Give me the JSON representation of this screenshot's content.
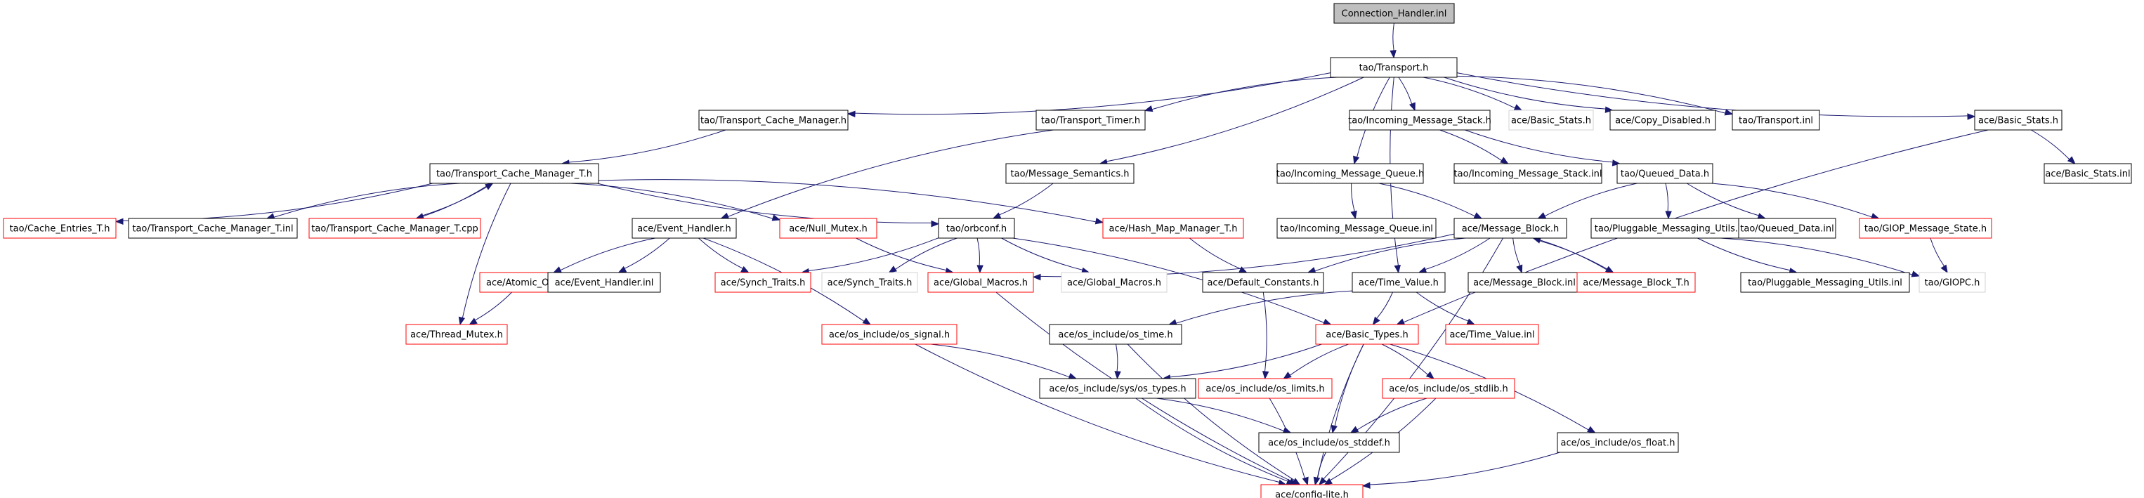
{
  "colors": {
    "edge": "#191970",
    "border_default": "#000000",
    "border_highlight": "#ff0000",
    "border_light": "#d3d3d3",
    "fill_root": "#bfbfbf",
    "fill_default": "#ffffff"
  },
  "nodes": [
    {
      "id": "root",
      "label": "Connection_Handler.inl",
      "style": "root"
    },
    {
      "id": "transport_h",
      "label": "tao/Transport.h",
      "style": "default"
    },
    {
      "id": "tcm_h",
      "label": "tao/Transport_Cache_Manager.h",
      "style": "default"
    },
    {
      "id": "ttimer_h",
      "label": "tao/Transport_Timer.h",
      "style": "default"
    },
    {
      "id": "ims_h",
      "label": "tao/Incoming_Message_Stack.h",
      "style": "default"
    },
    {
      "id": "basic_stats_light",
      "label": "ace/Basic_Stats.h",
      "style": "light"
    },
    {
      "id": "copy_disabled_h",
      "label": "ace/Copy_Disabled.h",
      "style": "default"
    },
    {
      "id": "transport_inl",
      "label": "tao/Transport.inl",
      "style": "default"
    },
    {
      "id": "basic_stats_h",
      "label": "ace/Basic_Stats.h",
      "style": "default"
    },
    {
      "id": "tcmt_h",
      "label": "tao/Transport_Cache_Manager_T.h",
      "style": "default"
    },
    {
      "id": "msg_sem_h",
      "label": "tao/Message_Semantics.h",
      "style": "default"
    },
    {
      "id": "imq_h",
      "label": "tao/Incoming_Message_Queue.h",
      "style": "default"
    },
    {
      "id": "ims_inl",
      "label": "tao/Incoming_Message_Stack.inl",
      "style": "default"
    },
    {
      "id": "queued_data_h",
      "label": "tao/Queued_Data.h",
      "style": "default"
    },
    {
      "id": "basic_stats_inl",
      "label": "ace/Basic_Stats.inl",
      "style": "default"
    },
    {
      "id": "cache_entries",
      "label": "tao/Cache_Entries_T.h",
      "style": "highlight"
    },
    {
      "id": "tcmt_inl",
      "label": "tao/Transport_Cache_Manager_T.inl",
      "style": "default"
    },
    {
      "id": "tcmt_cpp",
      "label": "tao/Transport_Cache_Manager_T.cpp",
      "style": "highlight"
    },
    {
      "id": "event_handler_h",
      "label": "ace/Event_Handler.h",
      "style": "default"
    },
    {
      "id": "null_mutex_h",
      "label": "ace/Null_Mutex.h",
      "style": "highlight"
    },
    {
      "id": "orbconf_h",
      "label": "tao/orbconf.h",
      "style": "default"
    },
    {
      "id": "hash_map_mgr",
      "label": "ace/Hash_Map_Manager_T.h",
      "style": "highlight"
    },
    {
      "id": "imq_inl",
      "label": "tao/Incoming_Message_Queue.inl",
      "style": "default"
    },
    {
      "id": "message_block_h",
      "label": "ace/Message_Block.h",
      "style": "default"
    },
    {
      "id": "pmu_h",
      "label": "tao/Pluggable_Messaging_Utils.h",
      "style": "default"
    },
    {
      "id": "queued_data_inl",
      "label": "tao/Queued_Data.inl",
      "style": "default"
    },
    {
      "id": "giop_msg_state",
      "label": "tao/GIOP_Message_State.h",
      "style": "highlight"
    },
    {
      "id": "atomic_op_h",
      "label": "ace/Atomic_Op.h",
      "style": "highlight"
    },
    {
      "id": "event_handler_inl",
      "label": "ace/Event_Handler.inl",
      "style": "default"
    },
    {
      "id": "synch_traits_red",
      "label": "ace/Synch_Traits.h",
      "style": "highlight"
    },
    {
      "id": "synch_traits_light",
      "label": "ace/Synch_Traits.h",
      "style": "light"
    },
    {
      "id": "global_macros_red",
      "label": "ace/Global_Macros.h",
      "style": "highlight"
    },
    {
      "id": "global_macros_light",
      "label": "ace/Global_Macros.h",
      "style": "light"
    },
    {
      "id": "default_constants",
      "label": "ace/Default_Constants.h",
      "style": "default"
    },
    {
      "id": "time_value_h",
      "label": "ace/Time_Value.h",
      "style": "default"
    },
    {
      "id": "message_block_inl",
      "label": "ace/Message_Block.inl",
      "style": "default"
    },
    {
      "id": "message_block_t",
      "label": "ace/Message_Block_T.h",
      "style": "highlight"
    },
    {
      "id": "pmu_inl",
      "label": "tao/Pluggable_Messaging_Utils.inl",
      "style": "default"
    },
    {
      "id": "giopc_h",
      "label": "tao/GIOPC.h",
      "style": "light"
    },
    {
      "id": "thread_mutex_h",
      "label": "ace/Thread_Mutex.h",
      "style": "highlight"
    },
    {
      "id": "os_signal_h",
      "label": "ace/os_include/os_signal.h",
      "style": "highlight"
    },
    {
      "id": "os_time_h",
      "label": "ace/os_include/os_time.h",
      "style": "default"
    },
    {
      "id": "basic_types_h",
      "label": "ace/Basic_Types.h",
      "style": "highlight"
    },
    {
      "id": "time_value_inl",
      "label": "ace/Time_Value.inl",
      "style": "highlight"
    },
    {
      "id": "sys_types_h",
      "label": "ace/os_include/sys/os_types.h",
      "style": "default"
    },
    {
      "id": "os_limits_h",
      "label": "ace/os_include/os_limits.h",
      "style": "highlight"
    },
    {
      "id": "os_stdlib_h",
      "label": "ace/os_include/os_stdlib.h",
      "style": "highlight"
    },
    {
      "id": "os_stddef_h",
      "label": "ace/os_include/os_stddef.h",
      "style": "default"
    },
    {
      "id": "os_float_h",
      "label": "ace/os_include/os_float.h",
      "style": "default"
    },
    {
      "id": "config_lite_h",
      "label": "ace/config-lite.h",
      "style": "highlight"
    }
  ],
  "edges": [
    [
      "root",
      "transport_h"
    ],
    [
      "transport_h",
      "tcm_h"
    ],
    [
      "transport_h",
      "ttimer_h"
    ],
    [
      "transport_h",
      "msg_sem_h"
    ],
    [
      "transport_h",
      "time_value_h"
    ],
    [
      "transport_h",
      "ims_h"
    ],
    [
      "transport_h",
      "imq_h"
    ],
    [
      "transport_h",
      "basic_stats_light"
    ],
    [
      "transport_h",
      "copy_disabled_h"
    ],
    [
      "transport_h",
      "transport_inl"
    ],
    [
      "transport_h",
      "basic_stats_h"
    ],
    [
      "tcm_h",
      "tcmt_h"
    ],
    [
      "ttimer_h",
      "event_handler_h"
    ],
    [
      "ims_h",
      "ims_inl"
    ],
    [
      "ims_h",
      "queued_data_h"
    ],
    [
      "basic_stats_h",
      "basic_stats_inl"
    ],
    [
      "basic_stats_h",
      "basic_types_h"
    ],
    [
      "tcmt_h",
      "cache_entries"
    ],
    [
      "tcmt_h",
      "tcmt_inl"
    ],
    [
      "tcmt_h",
      "tcmt_cpp"
    ],
    [
      "tcmt_cpp",
      "tcmt_h"
    ],
    [
      "tcmt_h",
      "null_mutex_h"
    ],
    [
      "tcmt_h",
      "orbconf_h"
    ],
    [
      "tcmt_h",
      "hash_map_mgr"
    ],
    [
      "tcmt_h",
      "thread_mutex_h"
    ],
    [
      "msg_sem_h",
      "orbconf_h"
    ],
    [
      "imq_h",
      "imq_inl"
    ],
    [
      "imq_h",
      "message_block_h"
    ],
    [
      "queued_data_h",
      "message_block_h"
    ],
    [
      "queued_data_h",
      "pmu_h"
    ],
    [
      "queued_data_h",
      "queued_data_inl"
    ],
    [
      "queued_data_h",
      "giop_msg_state"
    ],
    [
      "event_handler_h",
      "atomic_op_h"
    ],
    [
      "event_handler_h",
      "event_handler_inl"
    ],
    [
      "event_handler_h",
      "synch_traits_red"
    ],
    [
      "event_handler_h",
      "os_signal_h"
    ],
    [
      "null_mutex_h",
      "global_macros_red"
    ],
    [
      "orbconf_h",
      "synch_traits_red"
    ],
    [
      "orbconf_h",
      "synch_traits_light"
    ],
    [
      "orbconf_h",
      "global_macros_red"
    ],
    [
      "orbconf_h",
      "global_macros_light"
    ],
    [
      "orbconf_h",
      "basic_types_h"
    ],
    [
      "hash_map_mgr",
      "default_constants"
    ],
    [
      "message_block_h",
      "global_macros_red"
    ],
    [
      "message_block_h",
      "default_constants"
    ],
    [
      "message_block_h",
      "time_value_h"
    ],
    [
      "message_block_h",
      "message_block_inl"
    ],
    [
      "message_block_h",
      "message_block_t"
    ],
    [
      "message_block_t",
      "message_block_h"
    ],
    [
      "message_block_h",
      "config_lite_h"
    ],
    [
      "pmu_h",
      "pmu_inl"
    ],
    [
      "pmu_h",
      "giopc_h"
    ],
    [
      "giop_msg_state",
      "giopc_h"
    ],
    [
      "atomic_op_h",
      "thread_mutex_h"
    ],
    [
      "global_macros_red",
      "config_lite_h"
    ],
    [
      "default_constants",
      "os_limits_h"
    ],
    [
      "time_value_h",
      "os_time_h"
    ],
    [
      "time_value_h",
      "basic_types_h"
    ],
    [
      "time_value_h",
      "time_value_inl"
    ],
    [
      "os_signal_h",
      "sys_types_h"
    ],
    [
      "os_signal_h",
      "config_lite_h"
    ],
    [
      "os_time_h",
      "sys_types_h"
    ],
    [
      "os_time_h",
      "config_lite_h"
    ],
    [
      "basic_types_h",
      "sys_types_h"
    ],
    [
      "basic_types_h",
      "os_limits_h"
    ],
    [
      "basic_types_h",
      "os_stdlib_h"
    ],
    [
      "basic_types_h",
      "os_stddef_h"
    ],
    [
      "basic_types_h",
      "os_float_h"
    ],
    [
      "basic_types_h",
      "config_lite_h"
    ],
    [
      "sys_types_h",
      "os_stddef_h"
    ],
    [
      "sys_types_h",
      "config_lite_h"
    ],
    [
      "os_limits_h",
      "config_lite_h"
    ],
    [
      "os_stdlib_h",
      "os_stddef_h"
    ],
    [
      "os_stdlib_h",
      "config_lite_h"
    ],
    [
      "os_stddef_h",
      "config_lite_h"
    ],
    [
      "os_float_h",
      "config_lite_h"
    ]
  ]
}
